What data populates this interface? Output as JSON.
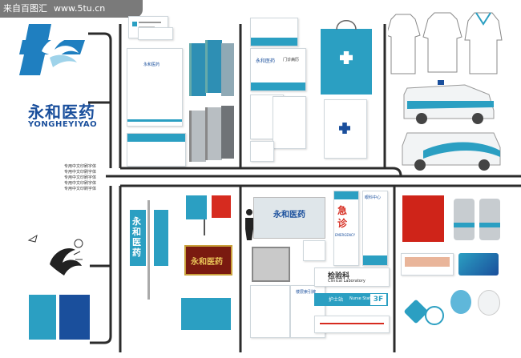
{
  "watermark": {
    "text": "来自百图汇",
    "url": "www.5tu.cn"
  },
  "brand": {
    "name_cn": "永和医药",
    "name_pinyin": "YONGHEYIYAO",
    "primary_color": "#2b9fc2",
    "dark_color": "#1a4f9c"
  },
  "font_spec_lines": [
    "专用中文印刷字体",
    "专用中文印刷字体",
    "专用中文印刷字体",
    "专用中文印刷字体",
    "专用中文印刷字体"
  ],
  "signs": {
    "emergency_cn": "急诊",
    "emergency_en": "EMERGENCY",
    "lab_cn": "检验科",
    "lab_en": "Clinical Laboratory",
    "nurse_cn": "护士站",
    "nurse_en": "Nurse Station",
    "floor": "3F",
    "outpatient": "门诊病历",
    "clinic_center": "眼科中心",
    "guide": "楼层索引牌"
  }
}
